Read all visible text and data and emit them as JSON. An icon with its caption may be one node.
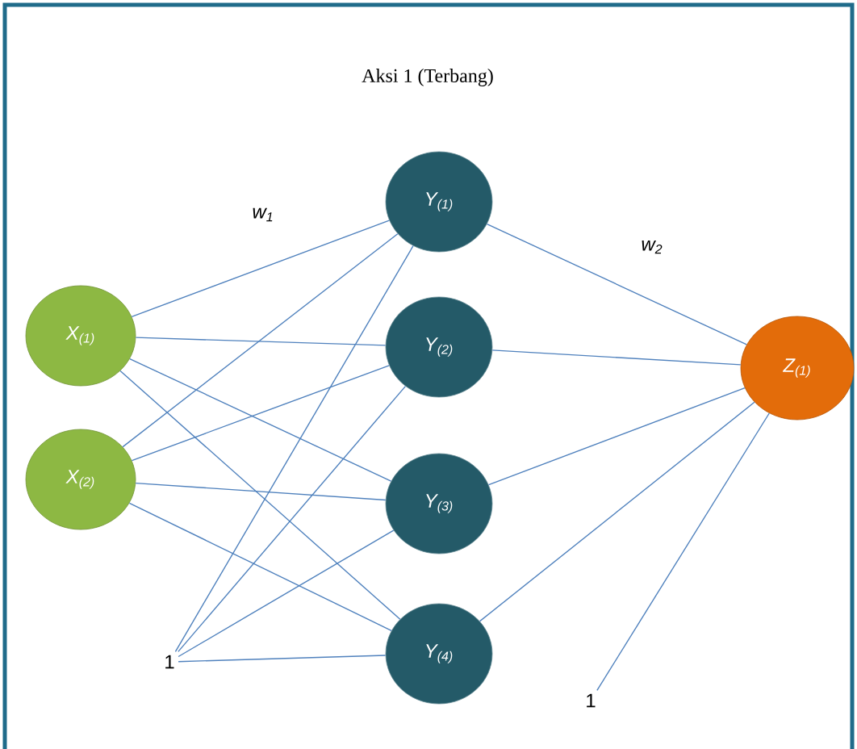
{
  "diagram": {
    "title": "Aksi 1 (Terbang)",
    "nodes": [
      {
        "text": [
          "X$_{(1)}$"
        ]
      },
      {
        "text": [
          "X$_{(2)}$"
        ]
      },
      {
        "text": [
          "Y$_{(1)}$"
        ]
      },
      {
        "text": [
          "Y$_{(2)}$"
        ]
      },
      {
        "text": [
          "Y$_{(3)}$"
        ]
      },
      {
        "text": [
          "Y$_{(4)}$"
        ]
      },
      {
        "text": [
          "Z$_{(1)}$"
        ]
      },
      {
        "text": [
          "1"
        ]
      },
      {
        "text": [
          "1"
        ]
      }
    ],
    "edges": [
      {
        "from": 0,
        "to": 2,
        "arrow": "none"
      },
      {
        "from": 0,
        "to": 3,
        "arrow": "none"
      },
      {
        "from": 0,
        "to": 4,
        "arrow": "none"
      },
      {
        "from": 0,
        "to": 5,
        "arrow": "none"
      },
      {
        "from": 1,
        "to": 2,
        "arrow": "none"
      },
      {
        "from": 1,
        "to": 3,
        "arrow": "none"
      },
      {
        "from": 1,
        "to": 4,
        "arrow": "none"
      },
      {
        "from": 1,
        "to": 5,
        "arrow": "none"
      },
      {
        "from": 7,
        "to": 2,
        "arrow": "none"
      },
      {
        "from": 7,
        "to": 3,
        "arrow": "none"
      },
      {
        "from": 7,
        "to": 4,
        "arrow": "none"
      },
      {
        "from": 7,
        "to": 5,
        "arrow": "none"
      },
      {
        "from": 2,
        "to": 6,
        "arrow": "none"
      },
      {
        "from": 3,
        "to": 6,
        "arrow": "none"
      },
      {
        "from": 4,
        "to": 6,
        "arrow": "none"
      },
      {
        "from": 5,
        "to": 6,
        "arrow": "none"
      },
      {
        "from": 8,
        "to": 6,
        "arrow": "none"
      }
    ],
    "labels": [
      "w$_{1}$",
      "w$_{2}$"
    ]
  }
}
